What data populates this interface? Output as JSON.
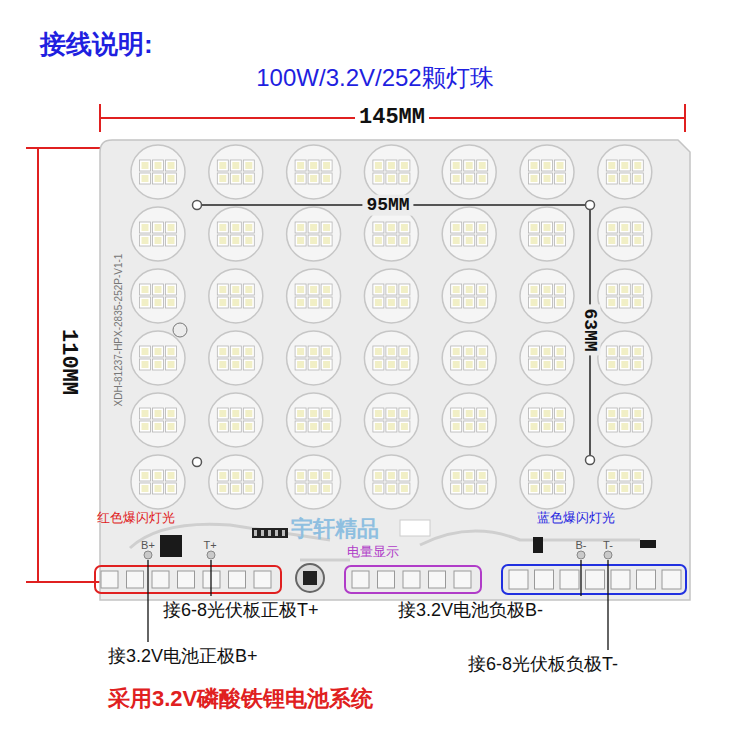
{
  "diagram": {
    "title": "接线说明:",
    "caption": "采用3.2V磷酸铁锂电池系统",
    "labels": [
      "100W/3.2V/252颗灯珠",
      "145MM",
      "110MM",
      "95MM",
      "63MM",
      "XDH-81237-HPX-2835-252P-V1-1",
      "宇轩精品",
      "红色爆闪灯光",
      "B+",
      "T+",
      "电量显示",
      "蓝色爆闪灯光",
      "B-",
      "T-",
      "接6-8光伏板正极T+",
      "接3.2V电池负极B-",
      "接3.2V电池正极B+",
      "接6-8光伏板负极T-"
    ]
  }
}
